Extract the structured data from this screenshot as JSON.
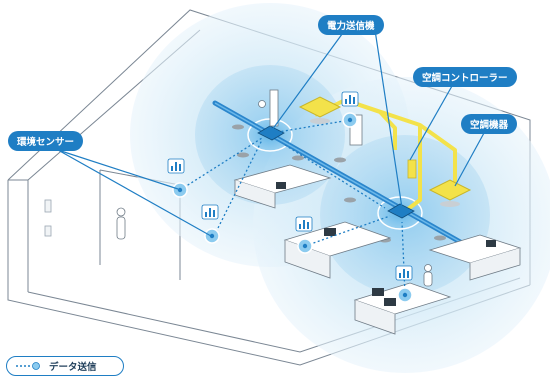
{
  "labels": {
    "power_transmitter": "電力送信機",
    "ac_controller": "空調コントローラー",
    "ac_unit": "空調機器",
    "env_sensor": "環境センサー"
  },
  "legend": {
    "data_transmission": "データ送信"
  },
  "colors": {
    "accent": "#1f7ec4",
    "coverage": "#cfe7f6",
    "coverage_strong": "#9fd0ee",
    "duct": "#f3e24a",
    "floor_line": "#7b8794"
  }
}
